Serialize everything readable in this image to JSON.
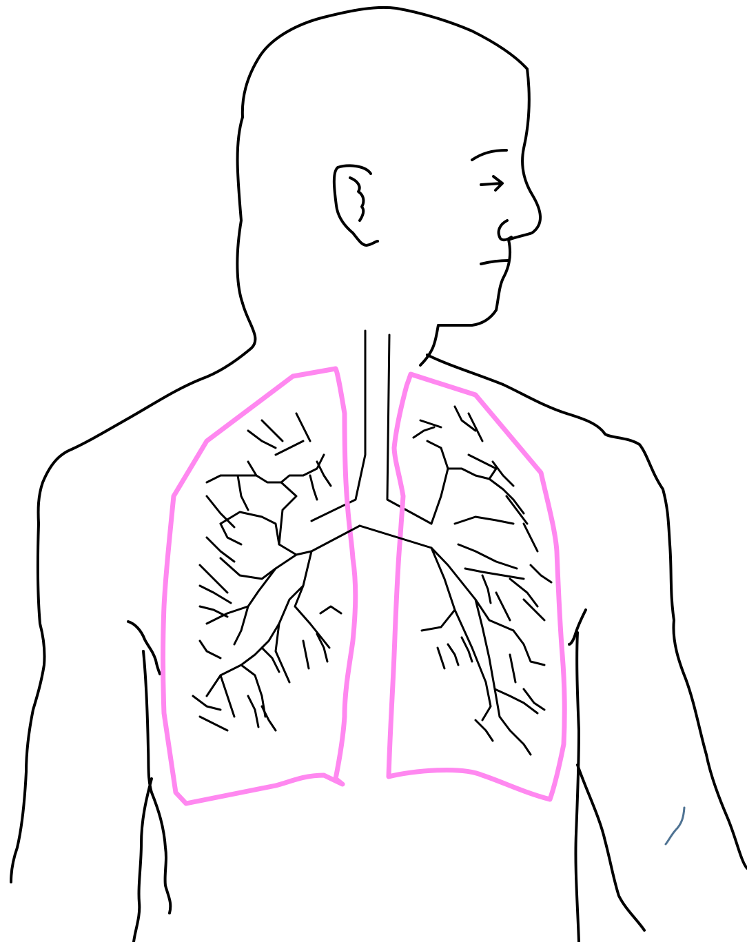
{
  "diagram": {
    "labels": [],
    "colors": {
      "background": "#ffffff",
      "outline": "#000000",
      "lung_outline": "#ff88f0",
      "stray_mark": "#4f7393"
    },
    "parts": [
      "head",
      "neck",
      "torso",
      "arms",
      "trachea",
      "left-lung",
      "right-lung",
      "bronchial-tree"
    ]
  }
}
